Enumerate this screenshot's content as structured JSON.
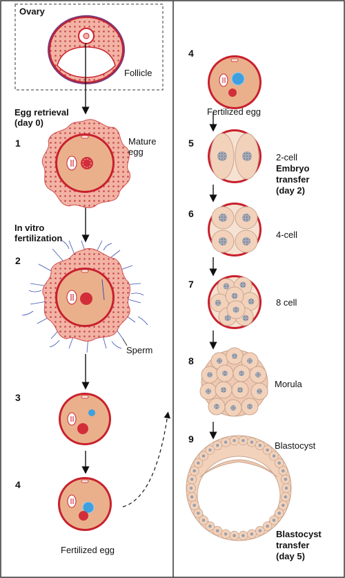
{
  "labels": {
    "ovary": "Ovary",
    "follicle": "Follicle",
    "egg_retrieval_1": "Egg retrieval",
    "egg_retrieval_2": "(day 0)",
    "mature_1": "Mature",
    "mature_2": "egg",
    "ivf_1": "In vitro",
    "ivf_2": "fertilization",
    "sperm": "Sperm",
    "fertilized_left": "Fertilized egg",
    "fertilized_right": "Fertilized egg",
    "two_cell": "2-cell",
    "embryo_1": "Embryo",
    "embryo_2": "transfer",
    "embryo_3": "(day 2)",
    "four_cell": "4-cell",
    "eight_cell": "8 cell",
    "morula": "Morula",
    "blastocyst": "Blastocyst",
    "bt_1": "Blastocyst",
    "bt_2": "transfer",
    "bt_3": "(day 5)"
  },
  "steps": {
    "left": [
      "1",
      "2",
      "3",
      "4"
    ],
    "right": [
      "4",
      "5",
      "6",
      "7",
      "8",
      "9"
    ]
  },
  "colors": {
    "membrane": "#c8202c",
    "cytoplasm": "#eab08c",
    "follicle_cells": "#f0a898",
    "nucleus": "#9aa0ad",
    "sperm": "#3a4fb0",
    "pronucleus_blue": "#3fa0e0",
    "border": "#333333"
  }
}
